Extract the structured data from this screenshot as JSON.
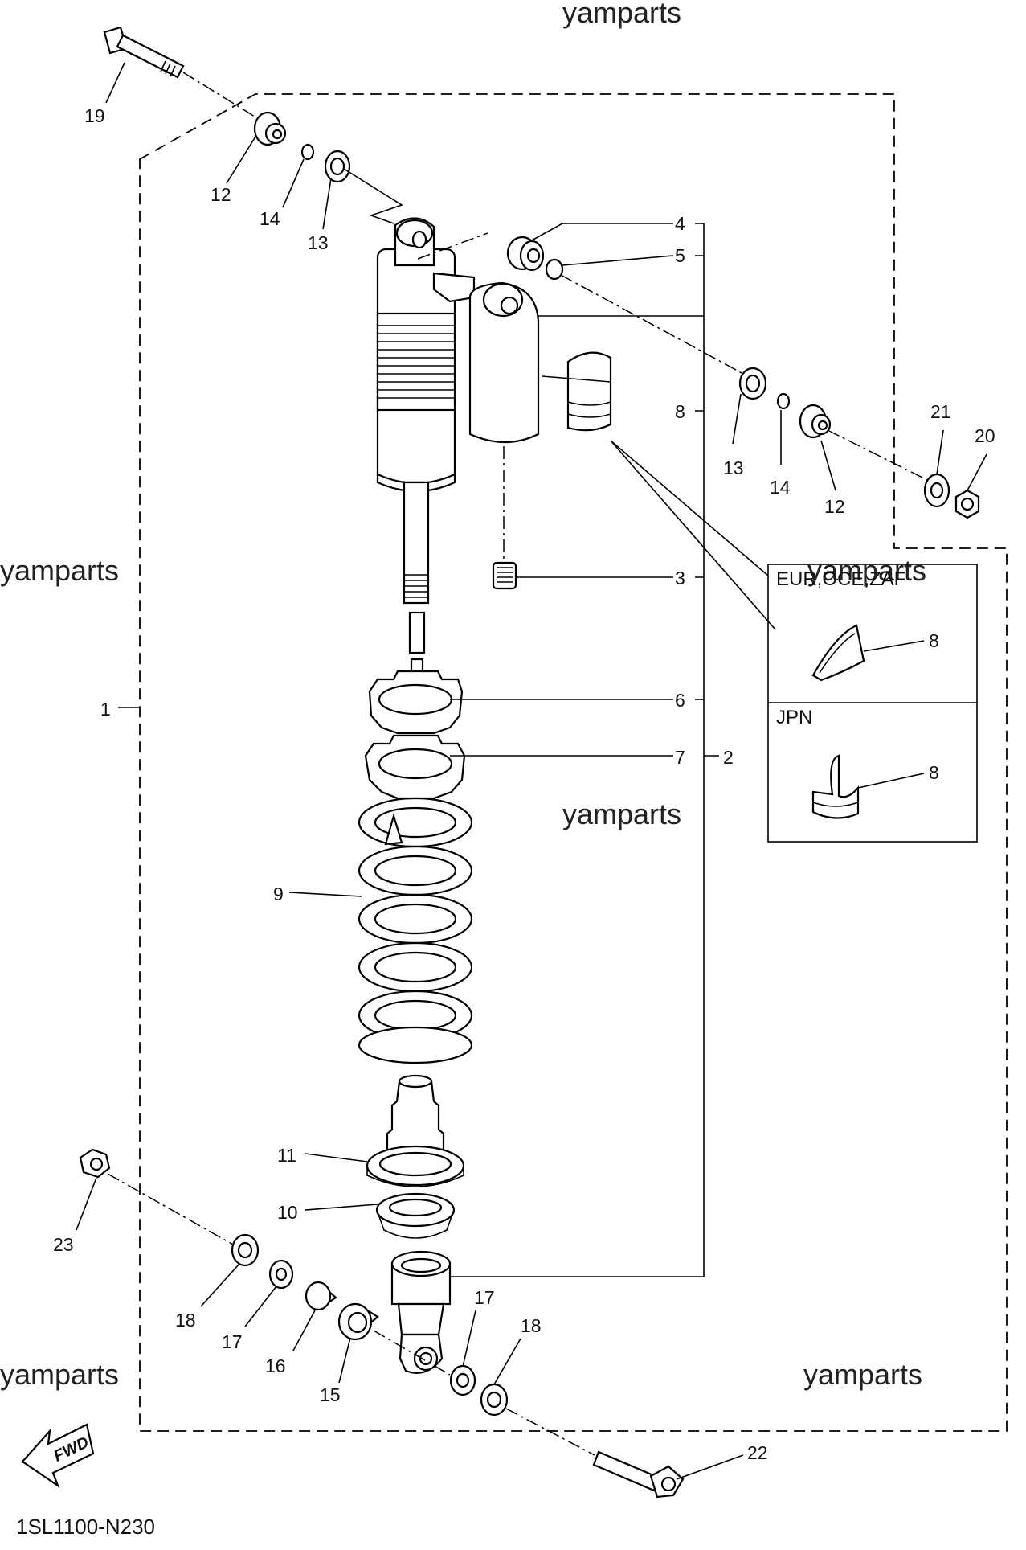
{
  "watermark": "yamparts",
  "diagram_code": "1SL1100-N230",
  "fwd_label": "FWD",
  "insets": [
    {
      "title": "EUR,OCE,ZAF",
      "callout": "8"
    },
    {
      "title": "JPN",
      "callout": "8"
    }
  ],
  "callouts": {
    "c1": "1",
    "c2": "2",
    "c3": "3",
    "c4": "4",
    "c5": "5",
    "c6": "6",
    "c7": "7",
    "c8": "8",
    "c9": "9",
    "c10": "10",
    "c11": "11",
    "c12a": "12",
    "c12b": "12",
    "c13a": "13",
    "c13b": "13",
    "c14a": "14",
    "c14b": "14",
    "c15": "15",
    "c16": "16",
    "c17a": "17",
    "c17b": "17",
    "c18a": "18",
    "c18b": "18",
    "c19": "19",
    "c20": "20",
    "c21": "21",
    "c22": "22",
    "c23": "23"
  }
}
